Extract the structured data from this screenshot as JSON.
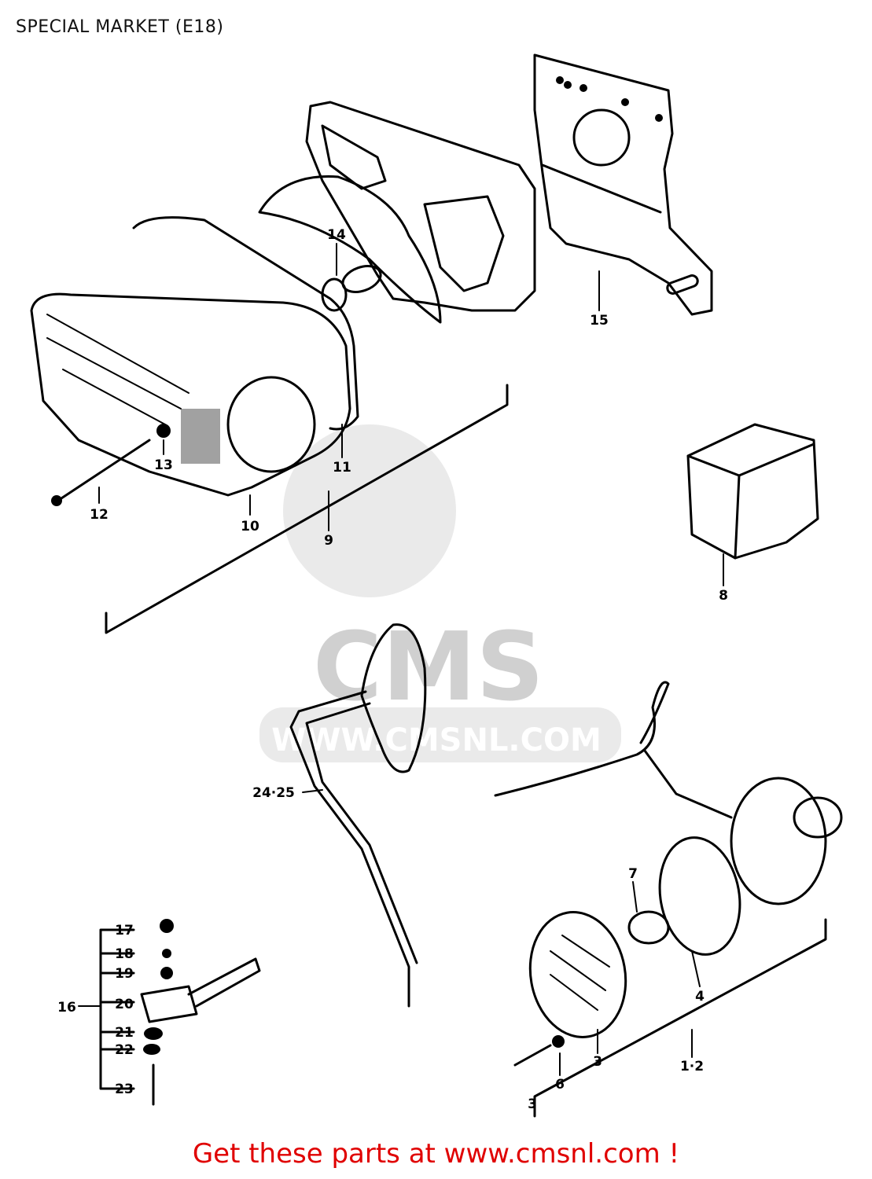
{
  "page": {
    "title": "SPECIAL MARKET (E18)",
    "footer_link": "Get these parts at www.cmsnl.com !"
  },
  "watermark": {
    "brand": "CMS",
    "url": "WWW.CMSNL.COM"
  },
  "callouts": {
    "c1_2": "1·2",
    "c3a": "3",
    "c3b": "3",
    "c4": "4",
    "c6": "6",
    "c7": "7",
    "c8": "8",
    "c9": "9",
    "c10": "10",
    "c11": "11",
    "c12": "12",
    "c13": "13",
    "c14": "14",
    "c15": "15",
    "c16": "16",
    "c17": "17",
    "c18": "18",
    "c19": "19",
    "c20": "20",
    "c21": "21",
    "c22": "22",
    "c23": "23",
    "c24_25": "24·25"
  }
}
